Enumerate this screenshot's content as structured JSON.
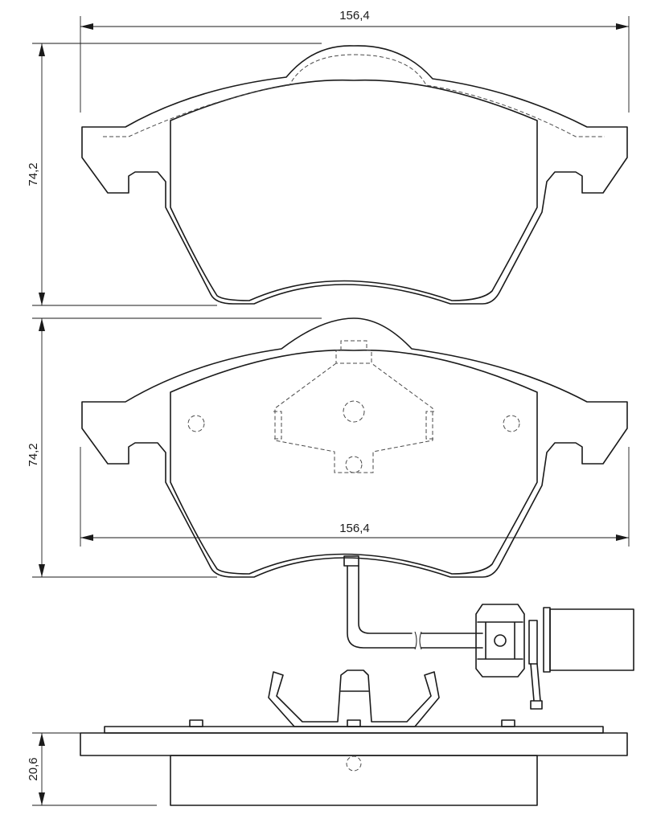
{
  "dimensions": {
    "top_pad_width": "156,4",
    "top_pad_height": "74,2",
    "bottom_pad_height": "74,2",
    "bottom_pad_width": "156,4",
    "thickness": "20,6"
  }
}
